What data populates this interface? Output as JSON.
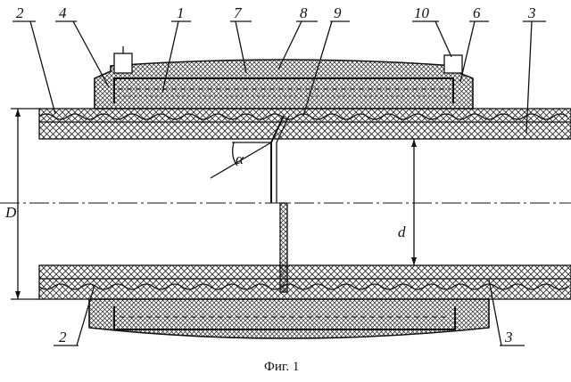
{
  "figure": {
    "caption": "Фиг. 1",
    "callouts": {
      "c2_top": "2",
      "c4": "4",
      "c1": "1",
      "c7": "7",
      "c8": "8",
      "c9": "9",
      "c10": "10",
      "c6": "6",
      "c3_top": "3",
      "c2_bottom": "2",
      "c3_bottom": "3"
    },
    "dimensions": {
      "outer_diameter": "D",
      "inner_diameter": "d",
      "angle": "α"
    }
  },
  "colors": {
    "line": "#111111",
    "background": "#ffffff"
  }
}
